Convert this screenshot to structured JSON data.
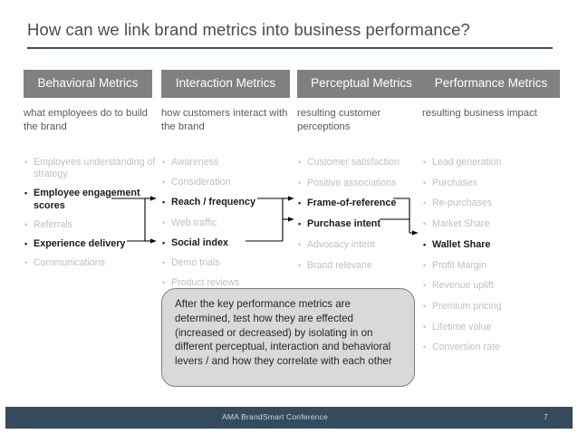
{
  "slide": {
    "title": "How can we link brand metrics into business performance?"
  },
  "columns": [
    {
      "header": "Behavioral Metrics",
      "subtitle": "what employees do to build the brand",
      "items": [
        {
          "label": "Employees understanding of strategy",
          "highlight": false
        },
        {
          "label": "Employee engagement scores",
          "highlight": true
        },
        {
          "label": "Referrals",
          "highlight": false
        },
        {
          "label": "Experience delivery",
          "highlight": true
        },
        {
          "label": "Communications",
          "highlight": false
        }
      ]
    },
    {
      "header": "Interaction Metrics",
      "subtitle": "how customers interact with the brand",
      "items": [
        {
          "label": "Awareness",
          "highlight": false
        },
        {
          "label": "Consideration",
          "highlight": false
        },
        {
          "label": "Reach / frequency",
          "highlight": true
        },
        {
          "label": "Web traffic",
          "highlight": false
        },
        {
          "label": "Social index",
          "highlight": true
        },
        {
          "label": "Demo trials",
          "highlight": false
        },
        {
          "label": "Product reviews",
          "highlight": false
        }
      ]
    },
    {
      "header": "Perceptual Metrics",
      "subtitle": "resulting customer perceptions",
      "items": [
        {
          "label": "Customer satisfaction",
          "highlight": false
        },
        {
          "label": "Positive associations",
          "highlight": false
        },
        {
          "label": "Frame-of-reference",
          "highlight": true
        },
        {
          "label": "Purchase intent",
          "highlight": true
        },
        {
          "label": "Advocacy intent",
          "highlight": false
        },
        {
          "label": "Brand relevane",
          "highlight": false
        }
      ]
    },
    {
      "header": "Performance Metrics",
      "subtitle": "resulting business impact",
      "items": [
        {
          "label": "Lead generation",
          "highlight": false
        },
        {
          "label": "Purchases",
          "highlight": false
        },
        {
          "label": "Re-purchases",
          "highlight": false
        },
        {
          "label": "Market Share",
          "highlight": false
        },
        {
          "label": "Wallet Share",
          "highlight": true
        },
        {
          "label": "Profit Margin",
          "highlight": false
        },
        {
          "label": "Revenue uplift",
          "highlight": false
        },
        {
          "label": "Premium pricing",
          "highlight": false
        },
        {
          "label": "Lifetime value",
          "highlight": false
        },
        {
          "label": "Conversion rate",
          "highlight": false
        }
      ]
    }
  ],
  "callout": {
    "text": "After the key performance metrics are determined, test how they are effected (increased or decreased) by isolating in on different perceptual, interaction and behavioral levers / and how they correlate with each other"
  },
  "footer": {
    "title": "AMA BrandSmart Conference",
    "page": "7"
  },
  "colors": {
    "header_box": "#808080",
    "rule": "#3b4f5e",
    "footer_bar": "#334b5c",
    "callout_fill": "#d9d9d9",
    "callout_border": "#7f7f7f",
    "muted_text": "#bfbfbf",
    "highlight_text": "#1a1a1a"
  }
}
